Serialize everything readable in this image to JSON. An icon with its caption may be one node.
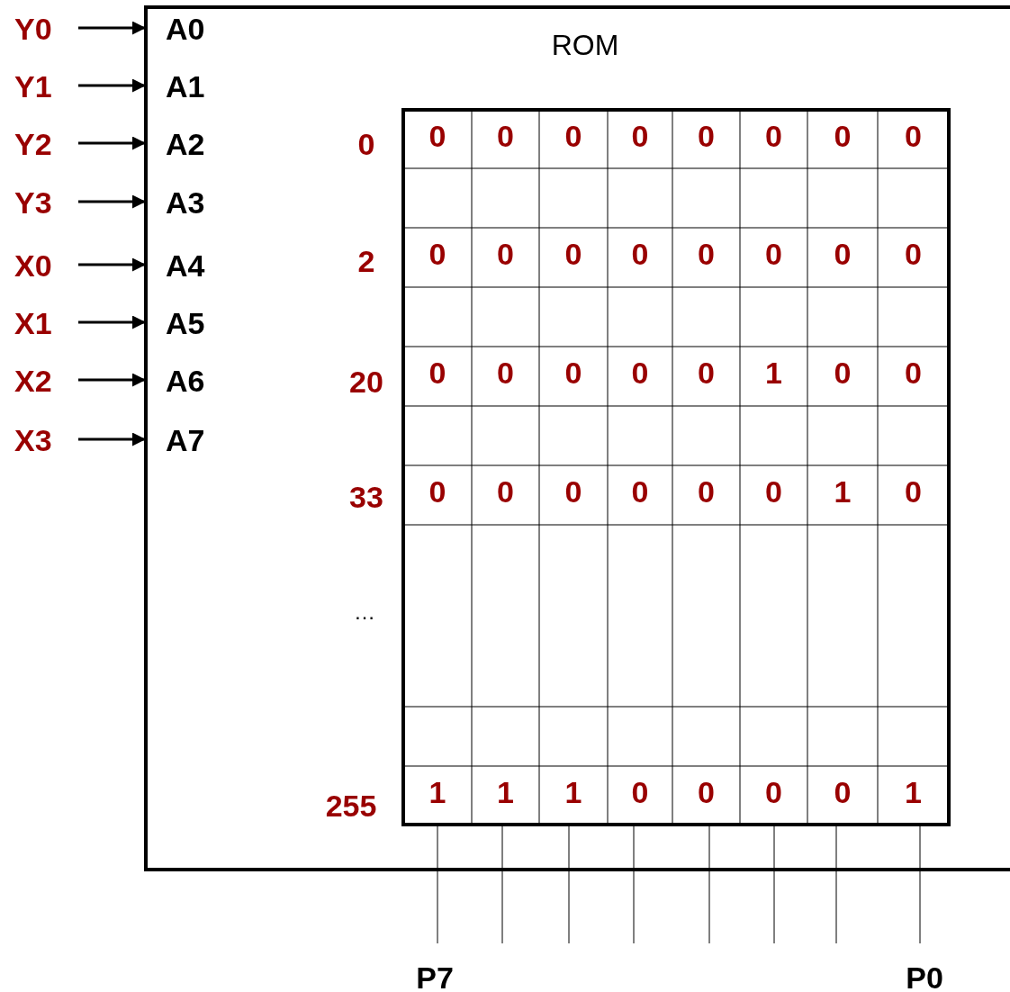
{
  "diagram": {
    "nodes": [
      {
        "text": [
          "ROM"
        ]
      },
      {
        "text": [
          "Y0"
        ]
      },
      {
        "text": [
          "Y1"
        ]
      },
      {
        "text": [
          "Y2"
        ]
      },
      {
        "text": [
          "Y3"
        ]
      },
      {
        "text": [
          "X0"
        ]
      },
      {
        "text": [
          "X1"
        ]
      },
      {
        "text": [
          "X2"
        ]
      },
      {
        "text": [
          "X3"
        ]
      },
      {
        "text": [
          "A0"
        ],
        "in": 0
      },
      {
        "text": [
          "A1"
        ],
        "in": 0
      },
      {
        "text": [
          "A2"
        ],
        "in": 0
      },
      {
        "text": [
          "A3"
        ],
        "in": 0
      },
      {
        "text": [
          "A4"
        ],
        "in": 0
      },
      {
        "text": [
          "A5"
        ],
        "in": 0
      },
      {
        "text": [
          "A6"
        ],
        "in": 0
      },
      {
        "text": [
          "A7"
        ],
        "in": 0
      }
    ],
    "edges": [
      {
        "from": 1,
        "to": 9,
        "arrow": "to"
      },
      {
        "from": 2,
        "to": 10,
        "arrow": "to"
      },
      {
        "from": 3,
        "to": 11,
        "arrow": "to"
      },
      {
        "from": 4,
        "to": 12,
        "arrow": "to"
      },
      {
        "from": 5,
        "to": 13,
        "arrow": "to"
      },
      {
        "from": 6,
        "to": 14,
        "arrow": "to"
      },
      {
        "from": 7,
        "to": 15,
        "arrow": "to"
      },
      {
        "from": 8,
        "to": 16,
        "arrow": "to"
      }
    ],
    "labels": [
      "0",
      "0",
      "0",
      "0",
      "0",
      "0",
      "0",
      "0",
      "0",
      "2",
      "0",
      "0",
      "0",
      "0",
      "0",
      "0",
      "0",
      "0",
      "20",
      "0",
      "0",
      "0",
      "0",
      "0",
      "1",
      "0",
      "0",
      "33",
      "0",
      "0",
      "0",
      "0",
      "0",
      "0",
      "1",
      "0",
      "…",
      "255",
      "1",
      "1",
      "1",
      "0",
      "0",
      "0",
      "0",
      "1",
      "P7",
      "P0"
    ]
  }
}
